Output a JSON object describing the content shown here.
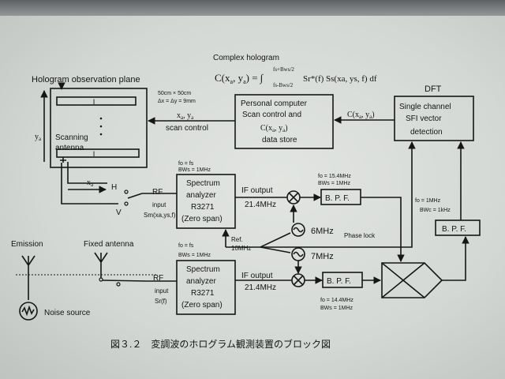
{
  "title": "Complex hologram",
  "equation": {
    "lhs": "C(x",
    "lhs_sub_a": "a",
    "lhs_mid": ", y",
    "lhs_sub_b": "a",
    "lhs_end": ") = ∫",
    "upper": "fs+Bws/2",
    "lower": "fs-Bws/2",
    "integrand": "Sr*(f) Ss(xa, ys, f) df"
  },
  "obs_plane": {
    "label": "Hologram observation plane",
    "size": "50cm × 50cm",
    "step": "Δx = Δy = 9mm",
    "scan_label_1": "Scanning",
    "scan_label_2": "antenna",
    "y_axis": "y",
    "y_sub": "a",
    "x_axis": "x",
    "x_sub": "a"
  },
  "computer": {
    "line1": "Personal computer",
    "line2": "Scan control  and",
    "line3": "C(x",
    "line3_sub_a": "a",
    "line3_mid": ", y",
    "line3_sub_b": "a",
    "line3_end": ")",
    "line4": "data store"
  },
  "scan_control": {
    "coords": "x",
    "coords_sub": "a",
    "coords_mid": ", y",
    "coords_sub2": "a",
    "text": "scan control"
  },
  "dft": {
    "label": "DFT",
    "line1": "Single channel",
    "line2": "SFI vector",
    "line3": "detection",
    "input": "C(x",
    "input_sub_a": "a",
    "input_mid": ", y",
    "input_sub_b": "a",
    "input_end": ")"
  },
  "polarization": {
    "h": "H",
    "v": "V"
  },
  "sa_top": {
    "fo": "fo = fs",
    "bws": "BWs = 1MHz",
    "line1": "Spectrum",
    "line2": "analyzer",
    "line3": "R3271",
    "line4": "(Zero span)",
    "rf_label": "RF",
    "rf_input": "input",
    "rf_signal": "Sm(xa,ys,f)",
    "if_output": "IF output",
    "if_freq": "21.4MHz"
  },
  "sa_bottom": {
    "fo": "fo = fs",
    "bws": "BWs = 1MHz",
    "line1": "Spectrum",
    "line2": "analyzer",
    "line3": "R3271",
    "line4": "(Zero span)",
    "rf_label": "RF",
    "rf_input": "input",
    "rf_signal": "Sr(f)",
    "if_output": "IF output",
    "if_freq": "21.4MHz"
  },
  "ref": {
    "label": "Ref.",
    "freq": "10MHz"
  },
  "oscillators": {
    "osc1": "6MHz",
    "osc2": "7MHz",
    "phase_lock": "Phase lock"
  },
  "bpf_top": {
    "label": "B. P. F.",
    "fo": "fo = 15.4MHz",
    "bws": "BWs = 1MHz"
  },
  "bpf_bottom": {
    "label": "B. P. F.",
    "fo": "fo = 14.4MHz",
    "bws": "BWs = 1MHz"
  },
  "bpf_right": {
    "label": "B. P. F.",
    "fo": "fo = 1MHz",
    "bws": "BWc = 1kHz"
  },
  "emission": {
    "label": "Emission",
    "fixed_antenna": "Fixed antenna",
    "noise": "Noise source"
  },
  "caption": "図３.２　変調波のホログラム観測装置のブロック図"
}
